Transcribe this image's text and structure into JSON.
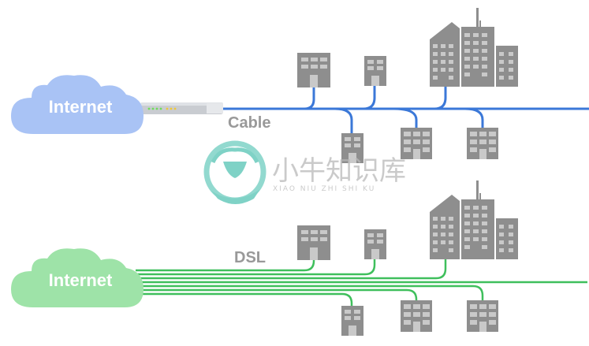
{
  "diagram": {
    "cable_section": {
      "cloud_label": "Internet",
      "connection_label": "Cable",
      "cloud_color": "#a9c3f5",
      "line_color": "#3b78d8"
    },
    "dsl_section": {
      "cloud_label": "Internet",
      "connection_label": "DSL",
      "cloud_color": "#9ee3a8",
      "line_color": "#3fbf5c"
    },
    "building_color": "#8e8e8e",
    "watermark": {
      "chinese": "小牛知识库",
      "pinyin": "XIAO NIU ZHI SHI KU",
      "logo_color": "#55c3b4"
    }
  }
}
